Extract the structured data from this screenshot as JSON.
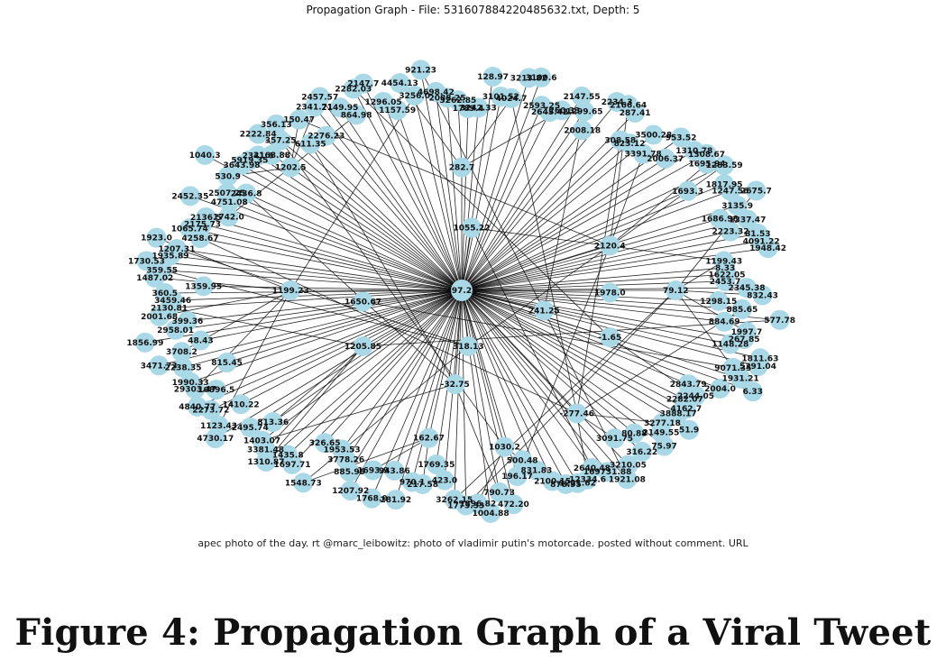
{
  "plot_title": "Propagation Graph - File: 531607884220485632.txt, Depth: 5",
  "graph_caption": "apec photo of the day. rt @marc_leibowitz: photo of vladimir putin's motorcade. posted without comment. URL",
  "figure_caption": "Figure 4: Propagation Graph of a Viral Tweet",
  "colors": {
    "node": "#a9d8e6",
    "edge": "#000000",
    "label": "#111111"
  },
  "graph": {
    "root_label": "497.28",
    "hub_labels": [
      "1055.22",
      "282.7",
      "1202.5",
      "1199.23",
      "1650.67",
      "1205.85",
      "318.13",
      "241.25",
      "2120.4",
      "1978.0",
      "79.12",
      "-1.65",
      "162.67",
      "1030.2",
      "-277.46",
      "-32.75"
    ],
    "leaf_labels": [
      "1337.47",
      "1686.98",
      "3135.9",
      "2675.7",
      "1247.56",
      "1817.95",
      "1693.3",
      "1283.59",
      "1695.94",
      "1308.67",
      "1310.78",
      "2006.37",
      "953.52",
      "3391.78",
      "3500.28",
      "823.12",
      "308.58",
      "287.41",
      "2166.64",
      "2234.3",
      "2008.18",
      "1299.65",
      "2147.55",
      "1260.33",
      "2645.42",
      "2593.25",
      "3100.6",
      "3213.82",
      "4024.7",
      "3101.52",
      "128.97",
      "3242.33",
      "1789.4",
      "3262.85",
      "2088.25",
      "4698.42",
      "921.23",
      "3256.0",
      "4454.13",
      "1157.59",
      "1296.05",
      "2147.7",
      "2282.03",
      "864.98",
      "2149.95",
      "2457.57",
      "2341.71",
      "2276.23",
      "150.47",
      "611.35",
      "356.13",
      "357.25",
      "2222.84",
      "2168.88",
      "2341.6",
      "5919.35",
      "3643.98",
      "1040.3",
      "530.9",
      "2436.8",
      "2507.25",
      "4751.08",
      "2452.35",
      "1742.0",
      "2136.5",
      "2175.73",
      "1065.74",
      "4258.67",
      "1923.0",
      "1207.31",
      "1935.89",
      "1730.53",
      "359.55",
      "1487.02",
      "1359.95",
      "360.5",
      "3459.46",
      "2130.81",
      "2001.68",
      "399.36",
      "2958.01",
      "1856.99",
      "48.43",
      "3708.2",
      "3471.73",
      "2238.35",
      "815.45",
      "1990.33",
      "29303.47",
      "10896.5",
      "4840.77",
      "2273.72",
      "1410.22",
      "1123.43",
      "4730.17",
      "2495.74",
      "813.36",
      "1403.07",
      "3381.48",
      "1310.87",
      "1435.8",
      "1697.71",
      "326.65",
      "1548.73",
      "1953.53",
      "3778.26",
      "885.95",
      "1207.92",
      "1693.9",
      "1768.0",
      "943.86",
      "281.92",
      "970.1",
      "217.58",
      "1769.35",
      "423.0",
      "3262.15",
      "1773.33",
      "1896.82",
      "1004.88",
      "790.73",
      "472.20",
      "196.17",
      "500.48",
      "831.83",
      "2100.15",
      "878.95",
      "1221.62",
      "12334.6",
      "2640.48",
      "169731.88",
      "1921.08",
      "3210.05",
      "3091.75",
      "316.22",
      "80.88",
      "75.97",
      "2149.55",
      "3277.18",
      "51.9",
      "3888.17",
      "4162.7",
      "2282.07",
      "2244.05",
      "2843.79",
      "2004.0",
      "6.33",
      "1931.21",
      "9071.35",
      "5391.04",
      "1811.63",
      "1148.28",
      "267.85",
      "1997.7",
      "884.69",
      "577.78",
      "885.65",
      "1298.15",
      "832.43",
      "2345.38",
      "2453.7",
      "1622.05",
      "8.33",
      "1199.43",
      "1948.42",
      "4091.22",
      "81.53",
      "2223.32"
    ]
  }
}
